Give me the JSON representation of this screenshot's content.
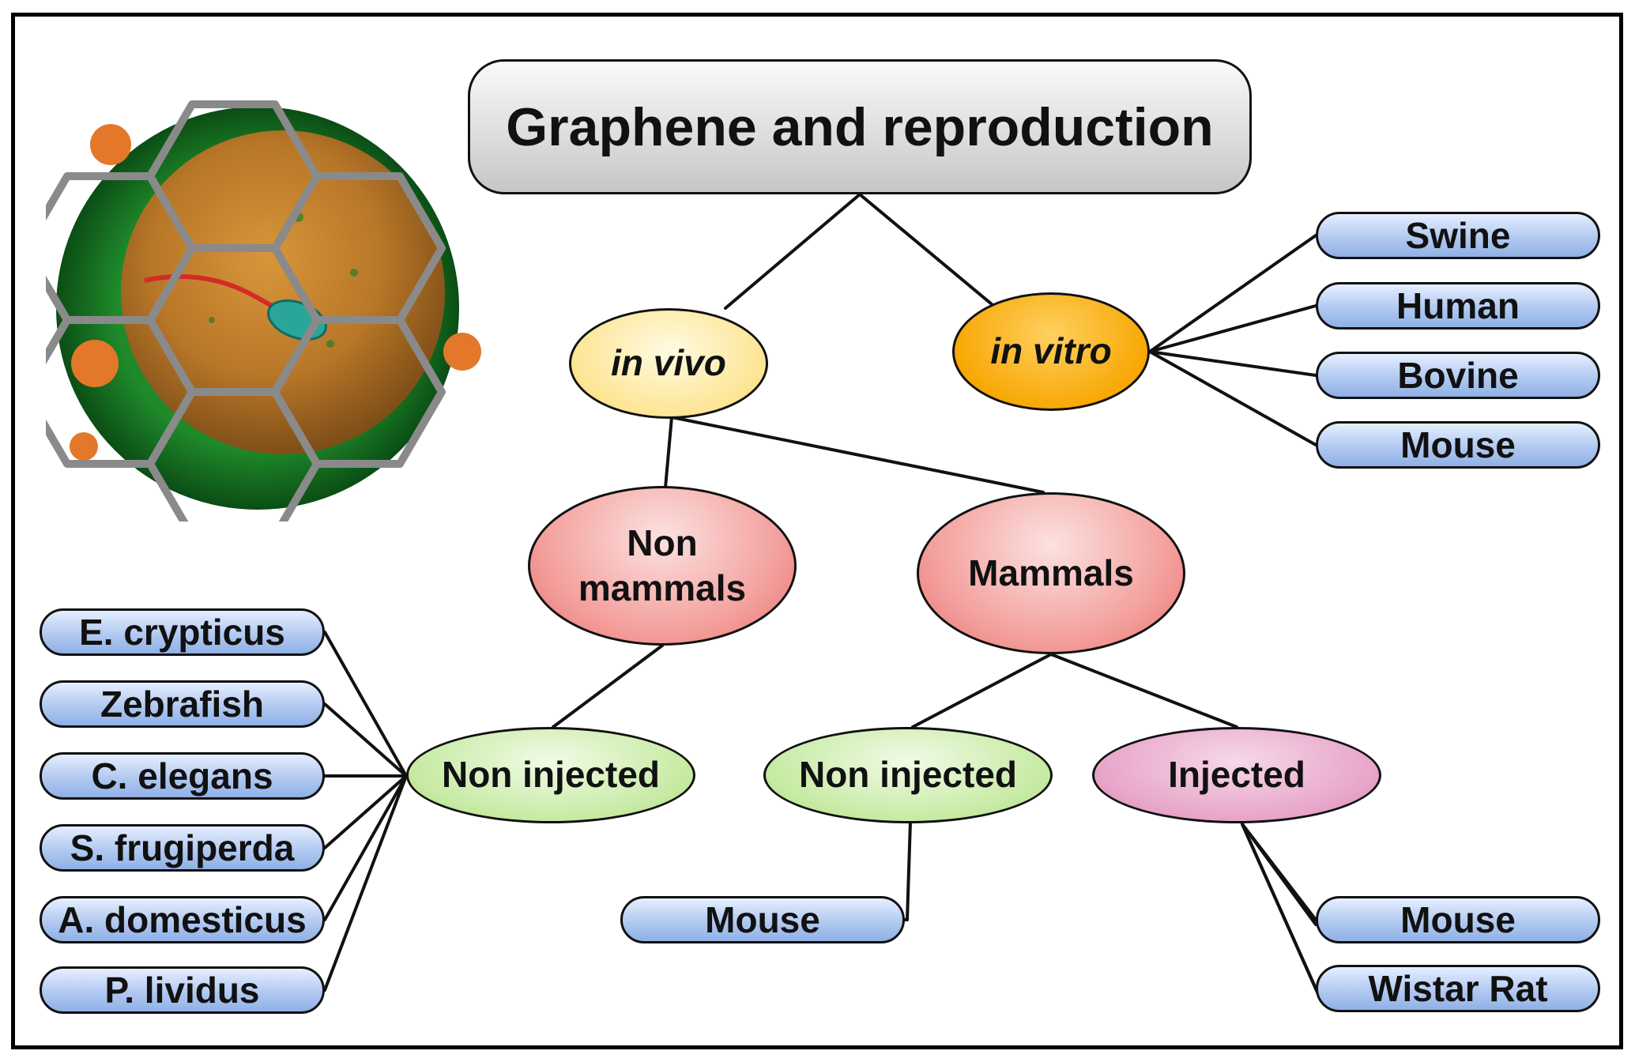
{
  "title": "Graphene and reproduction",
  "branches": {
    "in_vivo": "in vivo",
    "in_vitro": "in vitro"
  },
  "in_vitro_species": [
    "Swine",
    "Human",
    "Bovine",
    "Mouse"
  ],
  "groups": {
    "non_mammals": [
      "Non",
      "mammals"
    ],
    "mammals": "Mammals"
  },
  "methods": {
    "non_mammals_non_injected": "Non injected",
    "mammals_non_injected": "Non injected",
    "mammals_injected": "Injected"
  },
  "non_mammal_species": [
    "E. crypticus",
    "Zebrafish",
    "C. elegans",
    "S. frugiperda",
    "A. domesticus",
    "P. lividus"
  ],
  "mammal_non_injected_species": [
    "Mouse"
  ],
  "mammal_injected_species": [
    "Mouse",
    "Wistar Rat"
  ],
  "colors": {
    "pill": "#a8c2ee",
    "title": "#d8d8d8",
    "in_vivo": "#fde594",
    "in_vitro": "#f7a600",
    "mammal_groups": "#f39e9b",
    "non_injected": "#c6eaa2",
    "injected": "#e7a4c8",
    "illustration_oocyte": "#b87628",
    "illustration_background": "#0f6a1f",
    "graphene_lattice": "#8a8a8a"
  }
}
